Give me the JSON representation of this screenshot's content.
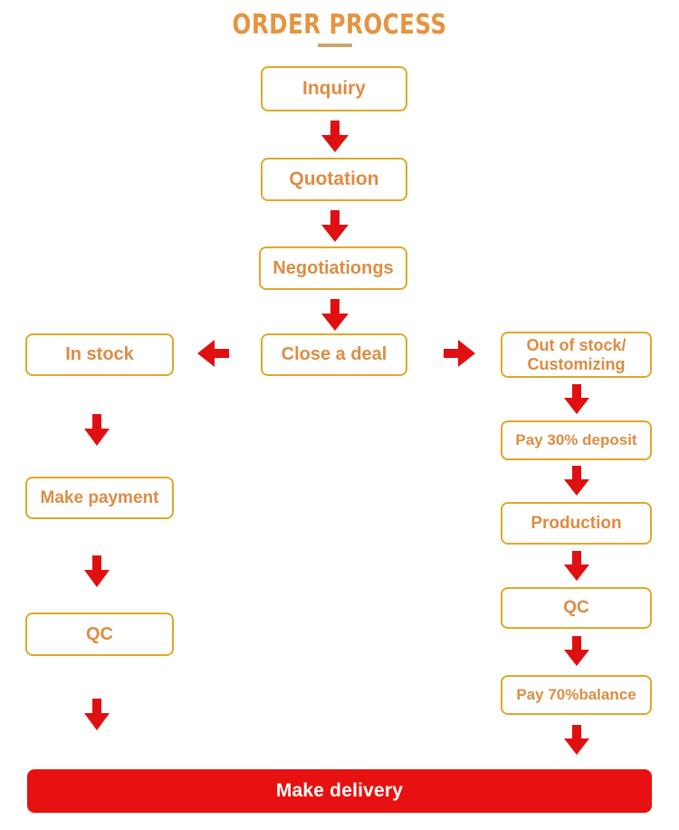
{
  "header": {
    "title": "ORDER PROCESS",
    "divider": "rule"
  },
  "colors": {
    "title": "#E59440",
    "box_border": "#DDA92B",
    "box_text": "#DD8C42",
    "arrow": "#E00F12",
    "delivery_bg": "#E81111",
    "delivery_text": "#FFFFFF",
    "divider": "#C9A66B",
    "background": "#FFFFFF"
  },
  "flow": {
    "main": [
      {
        "id": "inquiry",
        "label": "Inquiry"
      },
      {
        "id": "quotation",
        "label": "Quotation"
      },
      {
        "id": "negotiationgs",
        "label": "Negotiationgs"
      },
      {
        "id": "close-a-deal",
        "label": "Close a deal"
      }
    ],
    "left_branch": [
      {
        "id": "in-stock",
        "label": "In stock"
      },
      {
        "id": "make-payment",
        "label": "Make payment"
      },
      {
        "id": "qc-left",
        "label": "QC"
      }
    ],
    "right_branch": [
      {
        "id": "out-of-stock",
        "label": "Out of stock/\nCustomizing"
      },
      {
        "id": "pay-30-deposit",
        "label": "Pay 30% deposit"
      },
      {
        "id": "production",
        "label": "Production"
      },
      {
        "id": "qc-right",
        "label": "QC"
      },
      {
        "id": "pay-70-balance",
        "label": "Pay 70%balance"
      }
    ],
    "final": {
      "id": "make-delivery",
      "label": "Make delivery"
    }
  },
  "arrows": {
    "down": "arrow-down-icon",
    "left": "arrow-left-icon",
    "right": "arrow-right-icon"
  }
}
